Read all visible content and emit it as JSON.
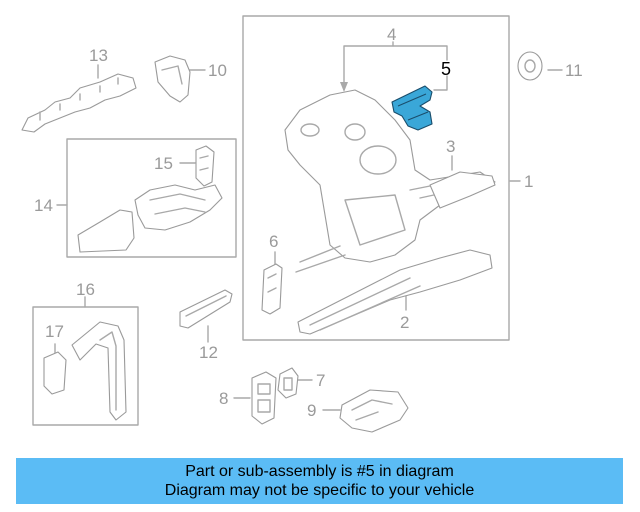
{
  "callouts": [
    "1",
    "2",
    "3",
    "4",
    "5",
    "6",
    "7",
    "8",
    "9",
    "10",
    "11",
    "12",
    "13",
    "14",
    "15",
    "16",
    "17"
  ],
  "highlight_color": "#3aa7d8",
  "banner": {
    "line1": "Part or sub-assembly is #5 in diagram",
    "line2": "Diagram may not be specific to your vehicle",
    "background": "#5bbcf5"
  }
}
